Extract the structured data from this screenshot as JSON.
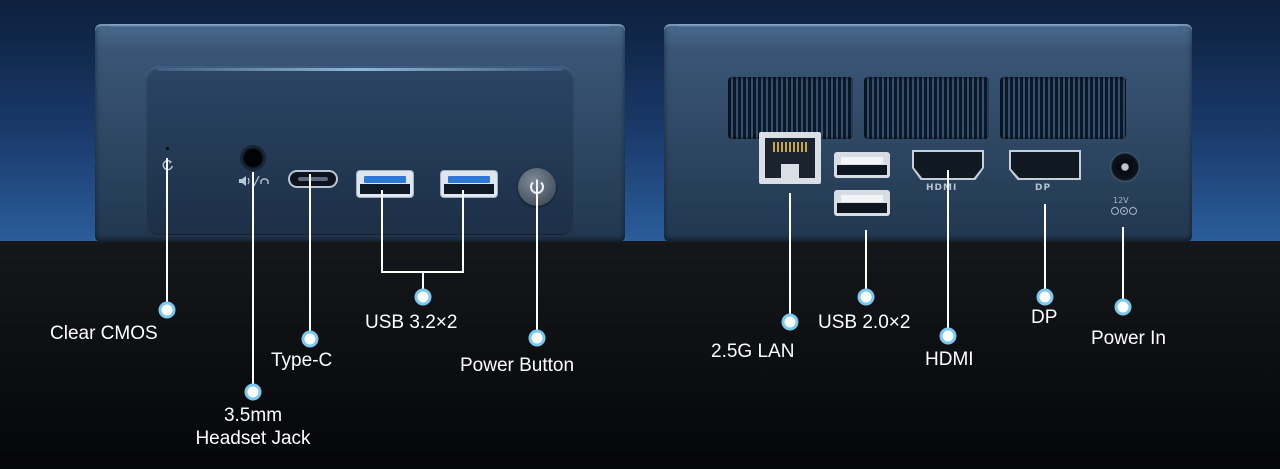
{
  "callouts": {
    "clear_cmos": "Clear CMOS",
    "headset_jack_line1": "3.5mm",
    "headset_jack_line2": "Headset Jack",
    "type_c": "Type-C",
    "usb32": "USB 3.2×2",
    "power_button": "Power Button",
    "lan": "2.5G LAN",
    "usb20": "USB 2.0×2",
    "hdmi": "HDMI",
    "dp": "DP",
    "power_in": "Power In"
  },
  "port_marks": {
    "hdmi": "HDMI",
    "dp": "DP",
    "dc_rating": "12V"
  },
  "icons": {
    "clear_cmos": "reset-arrow-icon",
    "headset": "speaker-headset-icon",
    "power": "power-icon"
  },
  "colors": {
    "callout_line": "#ffffff",
    "callout_dot_ring": "#78c8f0",
    "usb3_tongue": "#2f79d6"
  }
}
